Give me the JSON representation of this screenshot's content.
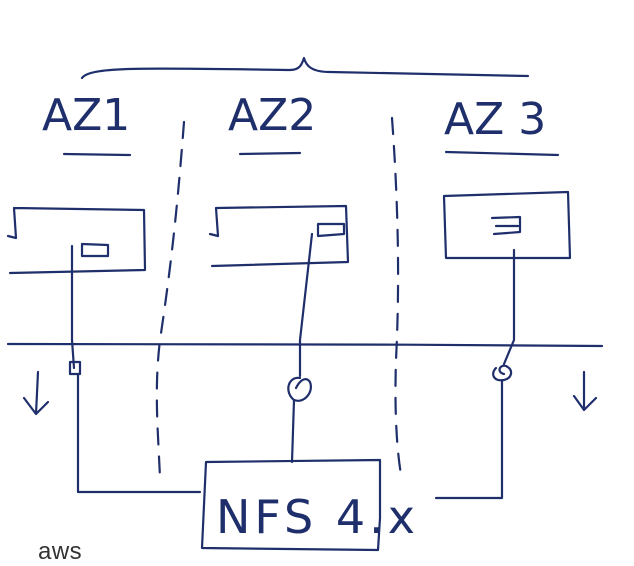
{
  "diagram": {
    "zones": [
      {
        "label": "AZ1"
      },
      {
        "label": "AZ2"
      },
      {
        "label": "AZ 3"
      }
    ],
    "storage": {
      "label": "NFS 4.x"
    }
  },
  "footer": {
    "brand": "aws"
  },
  "colors": {
    "ink": "#1f2f6b",
    "background": "#ffffff"
  }
}
